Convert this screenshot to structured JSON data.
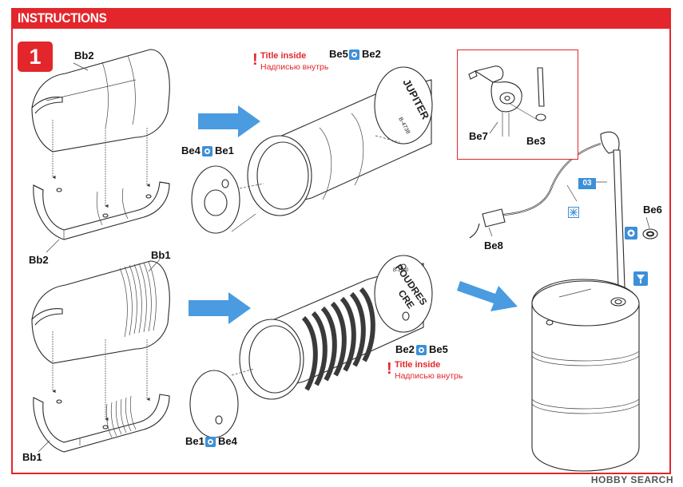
{
  "header": {
    "title": "INSTRUCTIONS"
  },
  "step": {
    "number": "1"
  },
  "labels": {
    "bb2_top": "Bb2",
    "bb2_bottom": "Bb2",
    "bb1_top": "Bb1",
    "bb1_bottom": "Bb1",
    "be5_be2_top": "Be5",
    "be5_be2_top_b": "Be2",
    "be4_be1_top": "Be4",
    "be4_be1_top_b": "Be1",
    "be2_be5_bottom": "Be2",
    "be2_be5_bottom_b": "Be5",
    "be1_be4_bottom": "Be1",
    "be1_be4_bottom_b": "Be4",
    "be7": "Be7",
    "be3": "Be3",
    "be6": "Be6",
    "be8": "Be8",
    "paint_ref": "03"
  },
  "notes": {
    "top": {
      "line1": "Title inside",
      "line2": "Надписью внутрь"
    },
    "bottom": {
      "line1": "Title inside",
      "line2": "Надписью внутрь"
    }
  },
  "barrel_text": {
    "top_name": "JUPITER",
    "top_code": "B-4738",
    "bottom_code": "B-1940",
    "bottom_name_1": "POUDRES",
    "bottom_name_2": "CRE"
  },
  "colors": {
    "accent": "#e3262b",
    "arrow": "#4a9be0",
    "glue": "#3d8fd8"
  },
  "icons": [
    "glue-icon",
    "cement-icon",
    "cut-icon",
    "right-arrow-icon"
  ],
  "watermark": "HOBBY SEARCH"
}
